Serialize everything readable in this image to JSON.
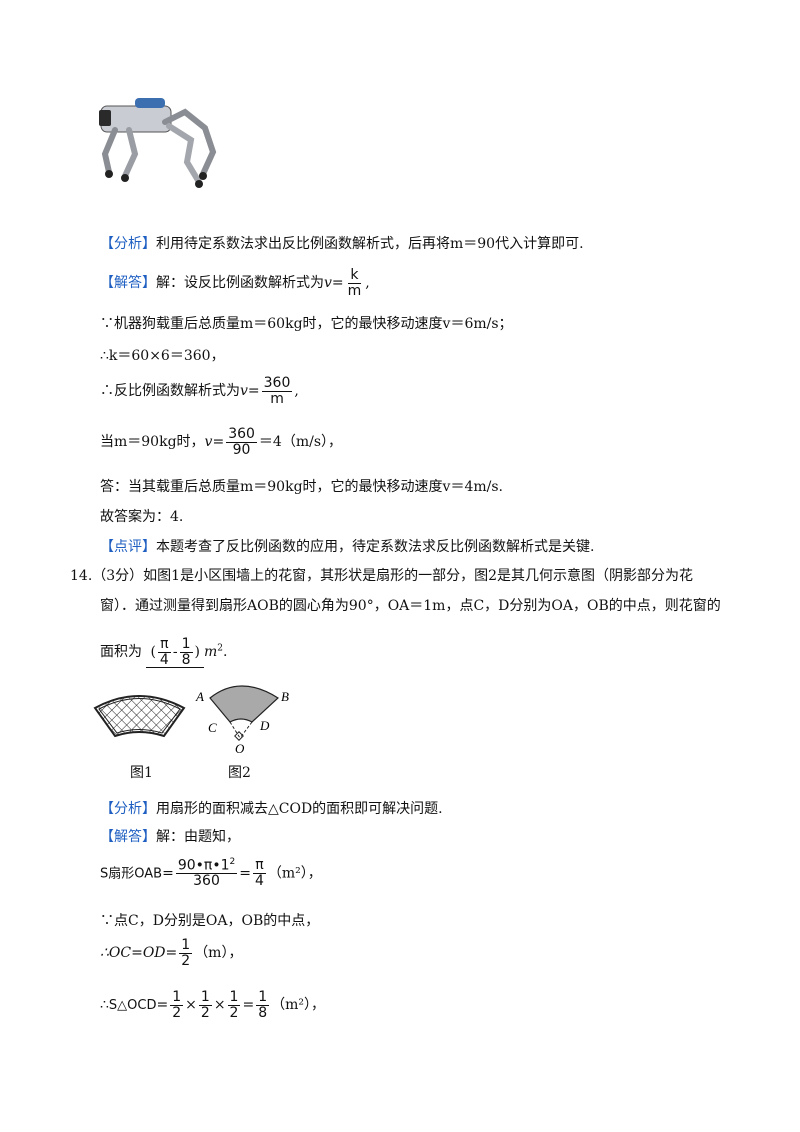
{
  "q13": {
    "analysis_tag": "【分析】",
    "analysis_text": "利用待定系数法求出反比例函数解析式，后再将m＝90代入计算即可.",
    "answer_tag": "【解答】",
    "answer_intro": "解：设反比例函数解析式为",
    "since_line": "∵机器狗载重后总质量m＝60kg时，它的最快移动速度v＝6m/s；",
    "k_line": "∴k＝60×6＝360，",
    "func_prefix": "∴反比例函数解析式为",
    "when_prefix": "当m＝90kg时，",
    "when_result": "＝4（m/s），",
    "reply_line": "答：当其载重后总质量m＝90kg时，它的最快移动速度v＝4m/s.",
    "final": "故答案为：4.",
    "comment_tag": "【点评】",
    "comment_text": "本题考查了反比例函数的应用，待定系数法求反比例函数解析式是关键."
  },
  "q14": {
    "line1": "14.（3分）如图1是小区围墙上的花窗，其形状是扇形的一部分，图2是其几何示意图（阴影部分为花",
    "line2": "窗）．通过测量得到扇形AOB的圆心角为90°，OA＝1m，点C，D分别为OA，OB的中点，则花窗的",
    "area_prefix": "面积为",
    "area_unit": "m",
    "fig1_caption": "图1",
    "fig2_caption": "图2",
    "labels": {
      "A": "A",
      "B": "B",
      "C": "C",
      "D": "D",
      "O": "O"
    },
    "analysis_tag": "【分析】",
    "analysis_text": "用扇形的面积减去△COD的面积即可解决问题.",
    "answer_tag": "【解答】",
    "answer_intro": "解：由题知，",
    "sector_label": "S扇形OAB",
    "sector_num": "90•π•1",
    "sector_den": "360",
    "sector_unit": "（m²），",
    "midpoint_line": "∵点C，D分别是OA，OB的中点，",
    "oc_line": "∴OC=OD=",
    "oc_unit": "（m），",
    "tri_prefix": "∴",
    "tri_label": "S△OCD",
    "tri_unit": "（m²），"
  },
  "fractions": {
    "k": "k",
    "m": "m",
    "n360": "360",
    "n90": "90",
    "pi": "π",
    "n4": "4",
    "n1": "1",
    "n8": "8",
    "n2": "2",
    "sq": "2",
    "v": "v="
  }
}
